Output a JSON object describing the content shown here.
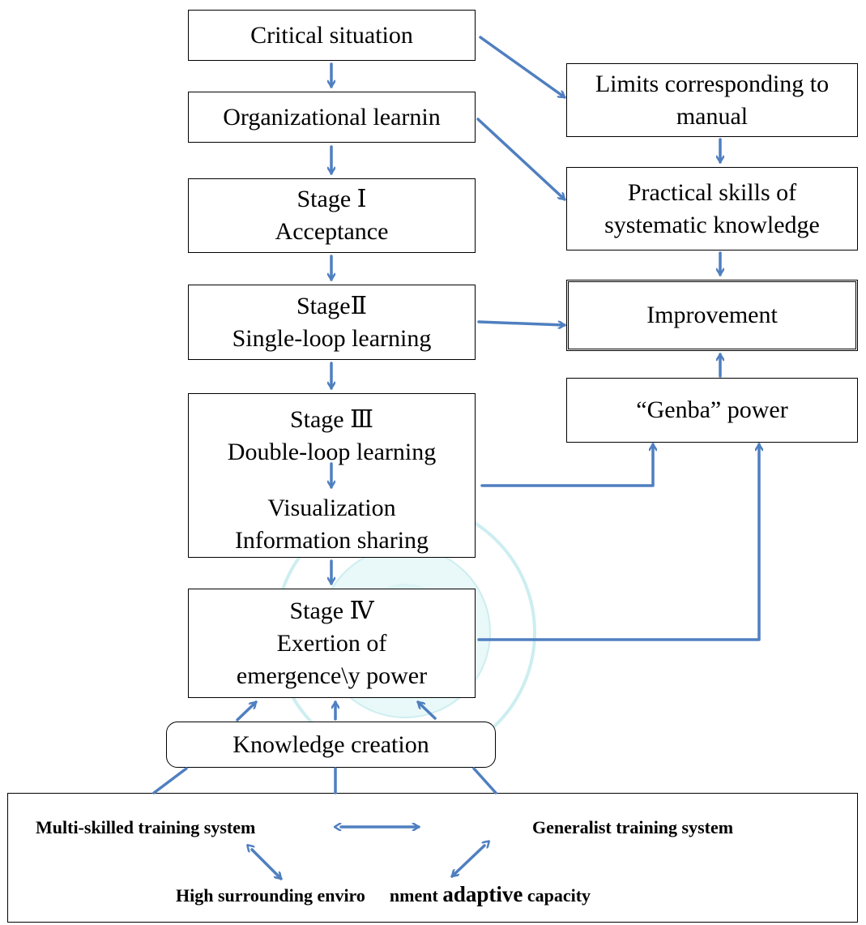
{
  "nodes": {
    "critical_situation": "Critical situation",
    "organizational_learning": "Organizational learnin",
    "stage1": {
      "title": "Stage Ⅰ",
      "label": "Acceptance"
    },
    "stage2": {
      "title": "StageⅡ",
      "label": "Single-loop learning"
    },
    "stage3": {
      "title": "Stage Ⅲ",
      "label": "Double-loop learning",
      "sub1": "Visualization",
      "sub2": "Information sharing"
    },
    "stage4": {
      "title": "Stage Ⅳ",
      "line1": "Exertion of",
      "line2": "emergence\\y power"
    },
    "knowledge_creation": "Knowledge creation",
    "limits": {
      "line1": "Limits corresponding to",
      "line2": "manual"
    },
    "practical": {
      "line1": "Practical skills of",
      "line2": "systematic knowledge"
    },
    "improvement": "Improvement",
    "genba": "“Genba” power"
  },
  "bottom": {
    "multi_skilled": "Multi-skilled training system",
    "generalist": "Generalist training system",
    "high_part": "High surrounding enviro",
    "nment_part": "nment",
    "adaptive_part": "adaptive",
    "capacity_part": "capacity"
  },
  "colors": {
    "arrow": "#4f7fc0",
    "border": "#000000",
    "watermark": "#cdeef0"
  }
}
